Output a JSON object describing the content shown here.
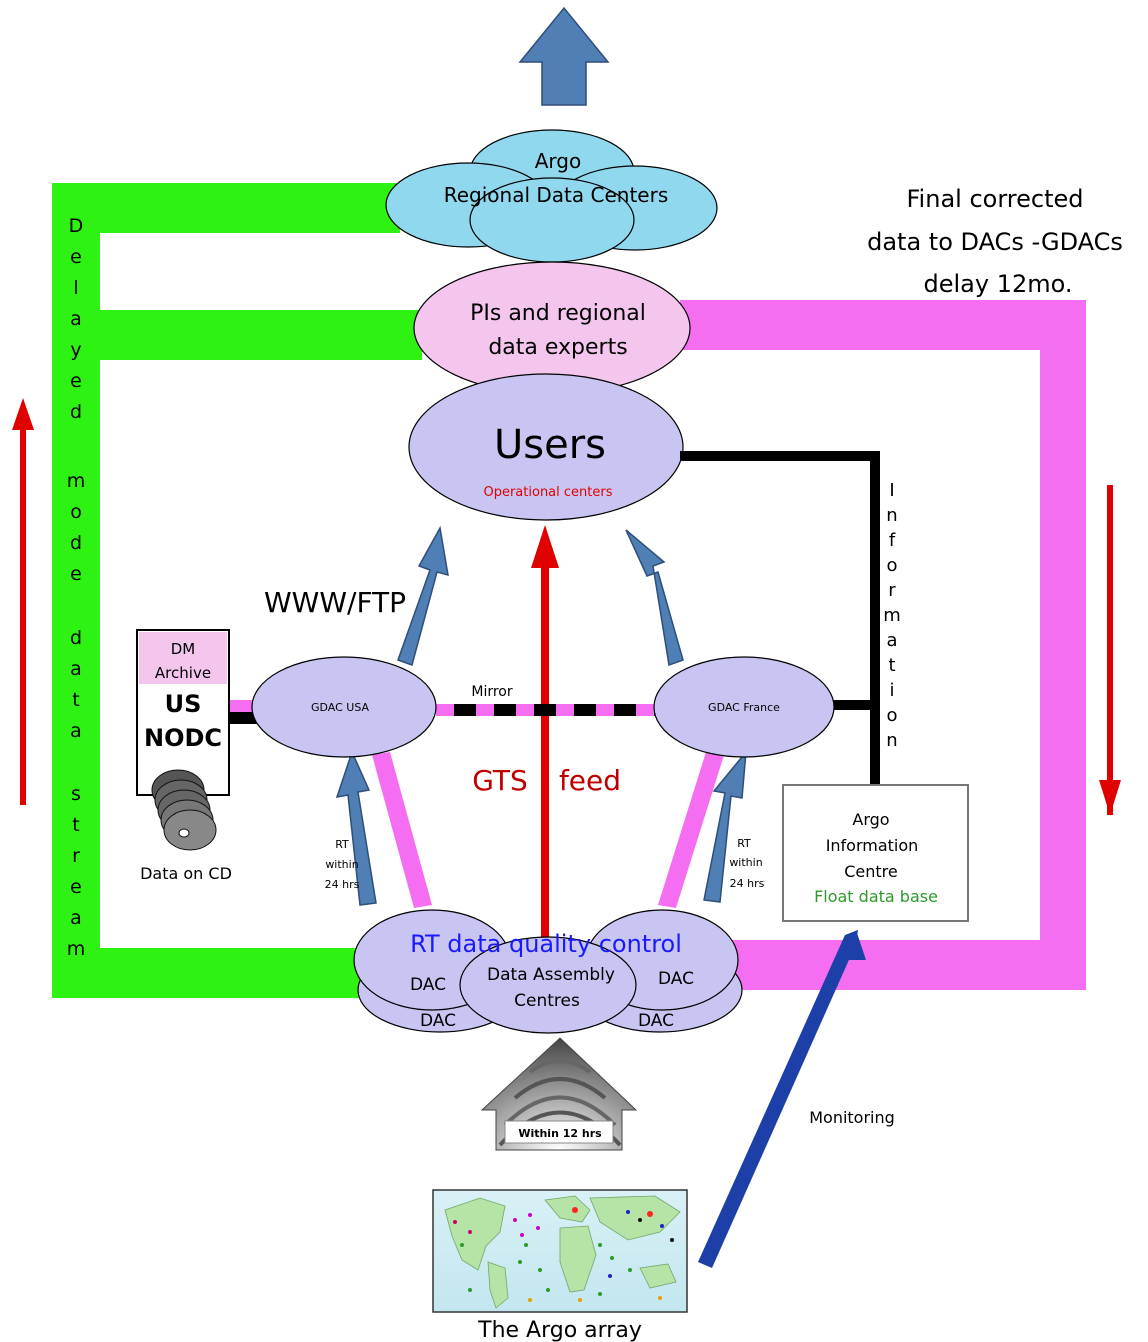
{
  "colors": {
    "green": "#2ef312",
    "magenta": "#f56ef2",
    "light_blue": "#8fd8ee",
    "lavender": "#c9c5f2",
    "pink_fill": "#f4c6ee",
    "steel_arrow": "#4f7fb5",
    "red": "#e00000",
    "dark_blue": "#1c3fa8",
    "black": "#000000",
    "float_green": "#2c9a2c",
    "rt_blue": "#1a1aff"
  },
  "nodes": {
    "rdc": {
      "line1": "Argo",
      "line2": "Regional Data Centers"
    },
    "pis": {
      "line1": "PIs and regional",
      "line2": "data experts"
    },
    "users": {
      "title": "Users",
      "subtitle": "Operational centers"
    },
    "gdac_usa": {
      "label": "GDAC USA"
    },
    "gdac_france": {
      "label": "GDAC France"
    },
    "rt_qc": {
      "title": "RT data quality control",
      "center_line1": "Data Assembly",
      "center_line2": "Centres",
      "dac": "DAC"
    },
    "nodc": {
      "line1": "DM",
      "line2": "Archive",
      "line3": "US",
      "line4": "NODC"
    },
    "aic": {
      "line1": "Argo",
      "line2": "Information",
      "line3": "Centre",
      "line4": "Float data base"
    }
  },
  "labels": {
    "final_corrected_1": "Final corrected",
    "final_corrected_2": "data to DACs -GDACs",
    "final_corrected_3": "delay 12mo.",
    "delayed_mode": "Delayed mode data stream",
    "information": "Information",
    "www_ftp": "WWW/FTP",
    "mirror": "Mirror",
    "gts": "GTS",
    "feed": "feed",
    "rt_1": "RT",
    "rt_2": "within",
    "rt_3": "24 hrs",
    "data_on_cd": "Data on CD",
    "within_12": "Within 12 hrs",
    "monitoring": "Monitoring",
    "argo_array": "The Argo array"
  }
}
